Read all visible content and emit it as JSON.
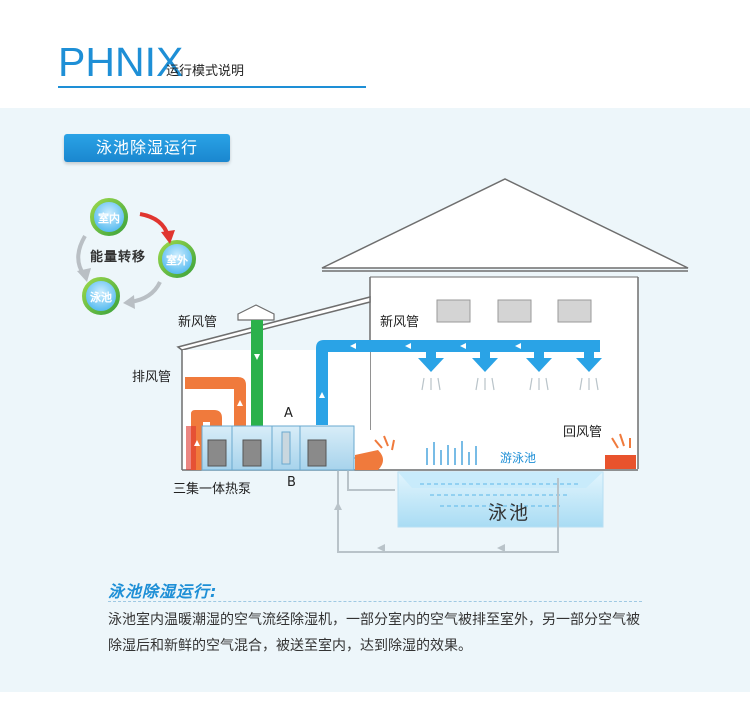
{
  "header": {
    "brand": "PHNIX",
    "subtitle": "运行模式说明"
  },
  "section": {
    "badge": "泳池除湿运行"
  },
  "cycle": {
    "center_label": "能量转移",
    "bubbles": [
      "室内",
      "室外",
      "泳池"
    ]
  },
  "diagram": {
    "fresh_air_left": "新风管",
    "fresh_air_right": "新风管",
    "exhaust": "排风管",
    "return_air": "回风管",
    "point_a": "A",
    "point_b": "B",
    "unit": "三集一体热泵",
    "pool": "泳池",
    "swimming_pool": "游泳池"
  },
  "description": {
    "title": "泳池除湿运行:",
    "text": "泳池室内温暖潮湿的空气流经除湿机，一部分室内的空气被排至室外，另一部分空气被除湿后和新鲜的空气混合，被送至室内，达到除湿的效果。"
  },
  "colors": {
    "accent": "#1e8fd6",
    "fresh_duct": "#2aa3e6",
    "exhaust_duct": "#f07a3c",
    "green_duct": "#2bb14b",
    "panel_bg": "#edf6fa"
  }
}
